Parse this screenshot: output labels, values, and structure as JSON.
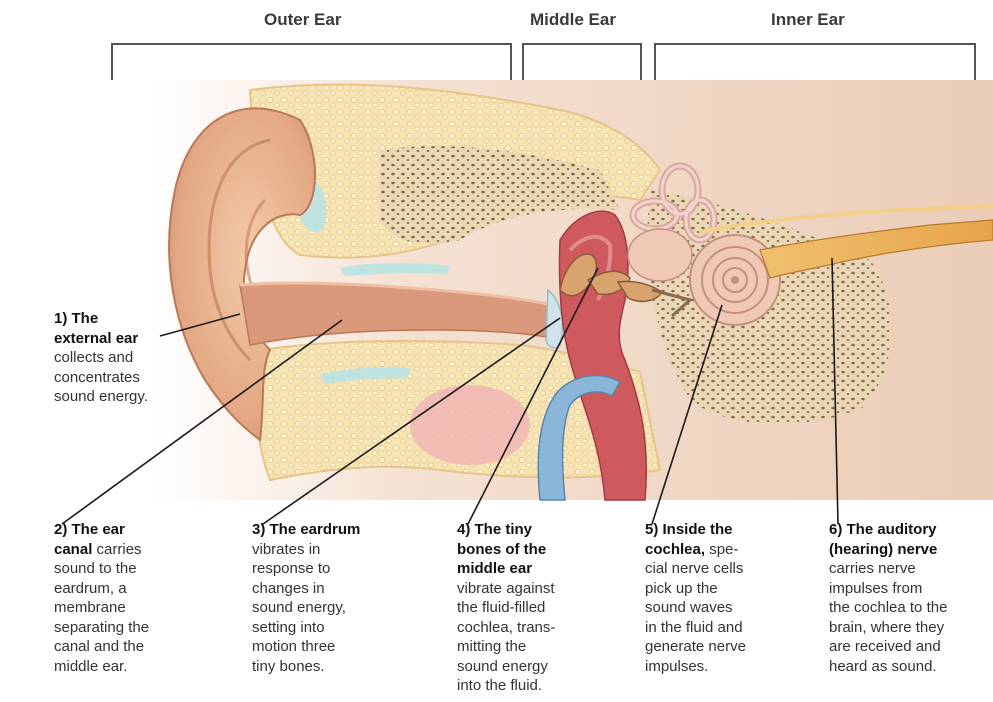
{
  "regions": {
    "outer": "Outer Ear",
    "middle": "Middle Ear",
    "inner": "Inner Ear"
  },
  "callouts": [
    {
      "label": "1) The\nexternal ear",
      "text": "collects and\nconcentrates\nsound energy."
    },
    {
      "label": "2) The ear\ncanal",
      "text": " carries\nsound to the\neardrum, a\nmembrane\nseparating the\ncanal and the\nmiddle ear."
    },
    {
      "label": "3) The eardrum",
      "text": "\nvibrates in\nresponse to\nchanges in\nsound energy,\nsetting into\nmotion three\ntiny bones."
    },
    {
      "label": "4) The tiny\nbones of the\nmiddle ear",
      "text": "\nvibrate against\nthe fluid-filled\ncochlea, trans-\nmitting the\nsound energy\ninto the fluid."
    },
    {
      "label": "5) Inside the\ncochlea,",
      "text": " spe-\ncial nerve cells\npick up the\nsound waves\nin the fluid and\ngenerate nerve\nimpulses."
    },
    {
      "label": "6) The auditory\n(hearing) nerve",
      "text": "\ncarries nerve\nimpulses from\nthe cochlea to the\nbrain, where they\nare received and\nheard as sound."
    }
  ],
  "colors": {
    "skin": "#e9b48f",
    "skin_dark": "#c98a66",
    "bone": "#f6e0a8",
    "canal": "#cf8e6a",
    "cavity": "#c84a52",
    "eardrum": "#cfe4ea",
    "cochlea": "#f0c9b4",
    "nerve": "#e6a94b",
    "fluid": "#8ab6d8"
  }
}
